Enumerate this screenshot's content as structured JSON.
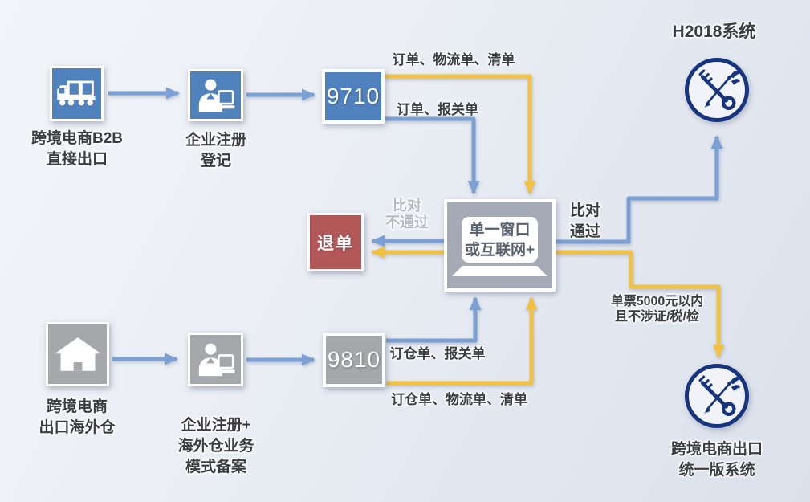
{
  "colors": {
    "blue": "#4f81bd",
    "gray": "#a5a7aa",
    "center_gray": "#a4abb6",
    "red": "#b25858",
    "arrow_blue": "#7ba0d4",
    "arrow_yellow": "#f0c143",
    "emblem_navy": "#17357e",
    "label_dark": "#3b3d40",
    "label_muted": "#b4b9c0",
    "screen_text": "#5a6170"
  },
  "nodes": {
    "b2b_source": {
      "label": "跨境电商B2B\n直接出口"
    },
    "register_basic": {
      "label": "企业注册\n登记"
    },
    "code_9710": {
      "label": "9710"
    },
    "single_window": {
      "label": "单一窗口\n或互联网+"
    },
    "reject": {
      "label": "退单"
    },
    "h2018": {
      "title": "H2018系统"
    },
    "unified_system": {
      "label": "跨境电商出口\n统一版系统"
    },
    "overseas_source": {
      "label": "跨境电商\n出口海外仓"
    },
    "register_overseas": {
      "label": "企业注册+\n海外仓业务\n模式备案"
    },
    "code_9810": {
      "label": "9810"
    }
  },
  "edges": {
    "top_yellow_label": "订单、物流单、清单",
    "top_blue_label": "订单、报关单",
    "bottom_blue_label": "订仓单、报关单",
    "bottom_yellow_label": "订仓单、物流单、清单",
    "pass_label": "比对\n通过",
    "fail_label": "比对\n不通过",
    "condition_label": "单票5000元以内\n且不涉证/税/检"
  }
}
